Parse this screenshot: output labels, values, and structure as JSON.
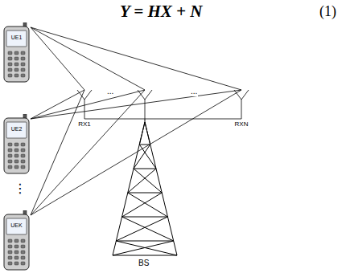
{
  "diagram": {
    "nodes": [
      {
        "text": [
          "UE1"
        ]
      },
      {
        "text": [
          "UE2"
        ]
      },
      {
        "text": [
          "UEK"
        ]
      },
      {
        "text": [
          "RX1"
        ]
      },
      {
        "text": [
          "RXN"
        ]
      }
    ],
    "edges": [
      {
        "from": 0,
        "to": 3,
        "arrow": "none"
      },
      {
        "from": 0,
        "to": 4,
        "arrow": "none"
      },
      {
        "from": 1,
        "to": 3,
        "arrow": "none"
      },
      {
        "from": 1,
        "to": 4,
        "arrow": "none"
      },
      {
        "from": 2,
        "to": 3,
        "arrow": "none"
      },
      {
        "from": 2,
        "to": 4,
        "arrow": "none"
      }
    ],
    "labels": [
      "Y = HX + N",
      "(1)",
      "...",
      "...",
      "⋮",
      "BS"
    ]
  }
}
